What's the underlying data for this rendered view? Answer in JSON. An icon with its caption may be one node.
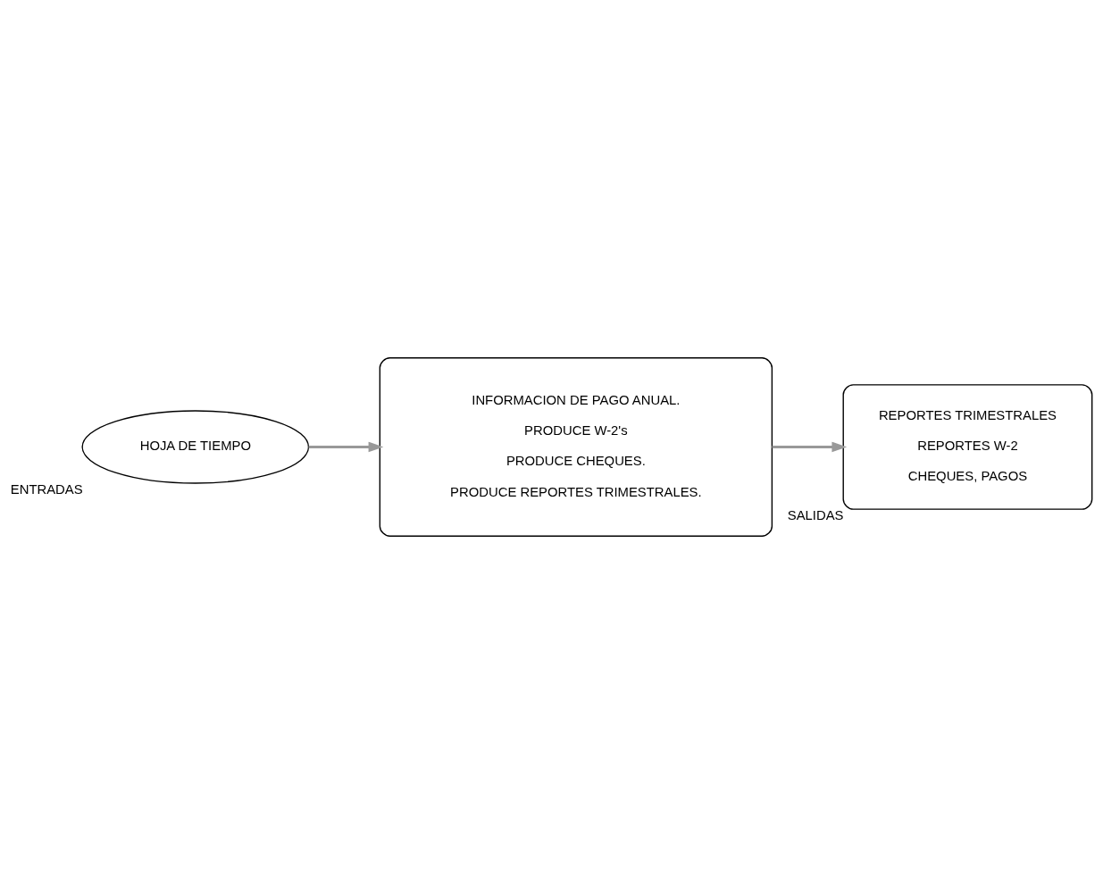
{
  "diagram": {
    "nodes": [
      {
        "text": [
          "INFORMACION DE PAGO ANUAL.",
          "PRODUCE W-2's",
          "PRODUCE CHEQUES.",
          "PRODUCE REPORTES TRIMESTRALES."
        ]
      },
      {
        "text": [
          "HOJA DE TIEMPO"
        ],
        "beside": [
          "ENTRADAS"
        ]
      },
      {
        "text": [
          "REPORTES TRIMESTRALES",
          "REPORTES W-2",
          "CHEQUES, PAGOS"
        ],
        "beside": [
          "SALIDAS"
        ]
      }
    ],
    "edges": [
      {
        "from": 1,
        "to": 0,
        "arrow": "to"
      },
      {
        "from": 0,
        "to": 2,
        "arrow": "to"
      }
    ]
  }
}
